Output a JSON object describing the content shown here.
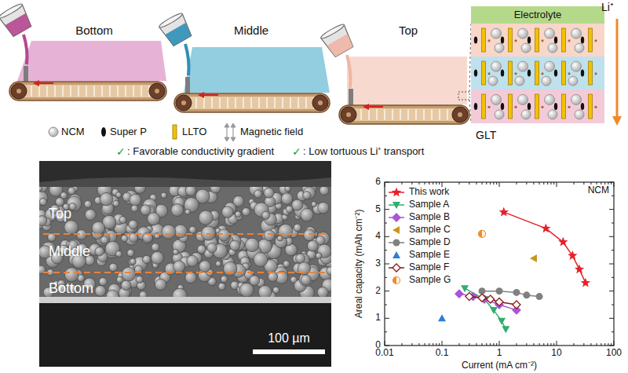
{
  "diagram": {
    "nodes": [
      {
        "text": [
          "Electrolyte"
        ]
      }
    ],
    "labels": [
      "Bottom",
      "Middle",
      "Top",
      "Li⁺",
      "GLT",
      "✓",
      ": Favorable conductivity gradient",
      "✓",
      ": Low tortuous Li⁺ transport",
      "Top",
      "Middle",
      "Bottom",
      "100 µm",
      "Areal capacity (mAh cm⁻²)",
      "Current (mA cm⁻²)",
      "NCM",
      "0.01",
      "0.1",
      "1",
      "10",
      "100",
      "0",
      "1",
      "2",
      "3",
      "4",
      "5",
      "6"
    ],
    "legend": [
      {
        "text": "NCM"
      },
      {
        "text": "Super P"
      },
      {
        "text": "LLTO"
      },
      {
        "text": "Magnetic field"
      },
      {
        "text": "This work"
      },
      {
        "text": "Sample A"
      },
      {
        "text": "Sample B"
      },
      {
        "text": "Sample C"
      },
      {
        "text": "Sample D"
      },
      {
        "text": "Sample E"
      },
      {
        "text": "Sample F"
      },
      {
        "text": "Sample G"
      }
    ]
  }
}
